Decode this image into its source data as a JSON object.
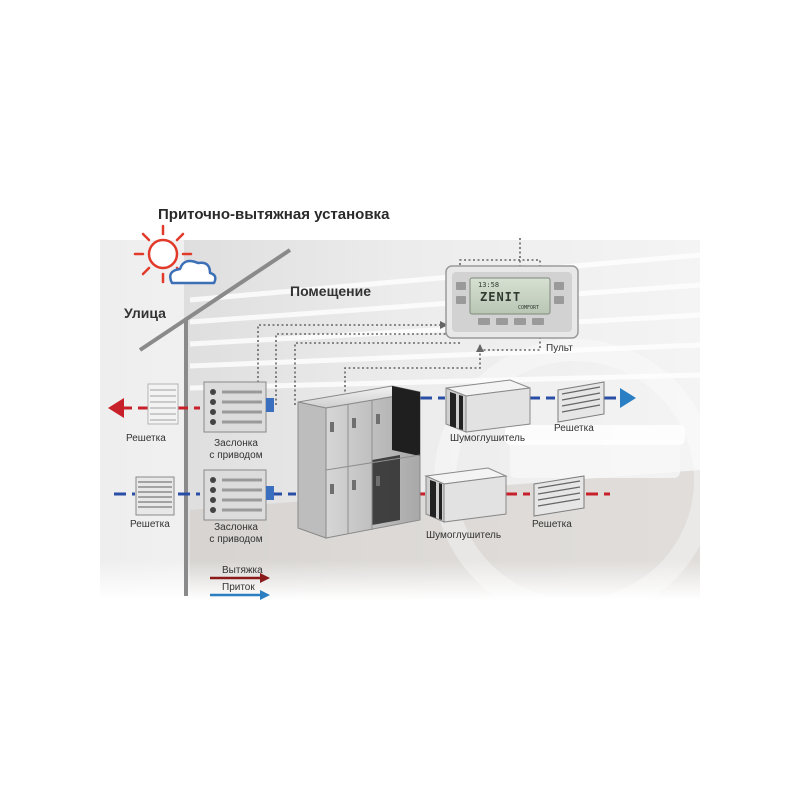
{
  "title": "Приточно-вытяжная установка",
  "zones": {
    "outside": "Улица",
    "inside": "Помещение"
  },
  "labels": {
    "grille": "Решетка",
    "damper_line1": "Заслонка",
    "damper_line2": "с приводом",
    "silencer": "Шумоглушитель",
    "controller": "Пульт"
  },
  "controller_display": {
    "time": "13:58",
    "brand": "ZENIT",
    "mode": "COMFORT"
  },
  "legend": [
    {
      "label": "Вытяжка",
      "color": "#8b1a1a"
    },
    {
      "label": "Приток",
      "color": "#2b7fc1"
    }
  ],
  "colors": {
    "exhaust": "#c8202a",
    "supply": "#2a4ea6",
    "outlet": "#2a7fc4"
  },
  "icons": [
    "sun-cloud-icon"
  ]
}
